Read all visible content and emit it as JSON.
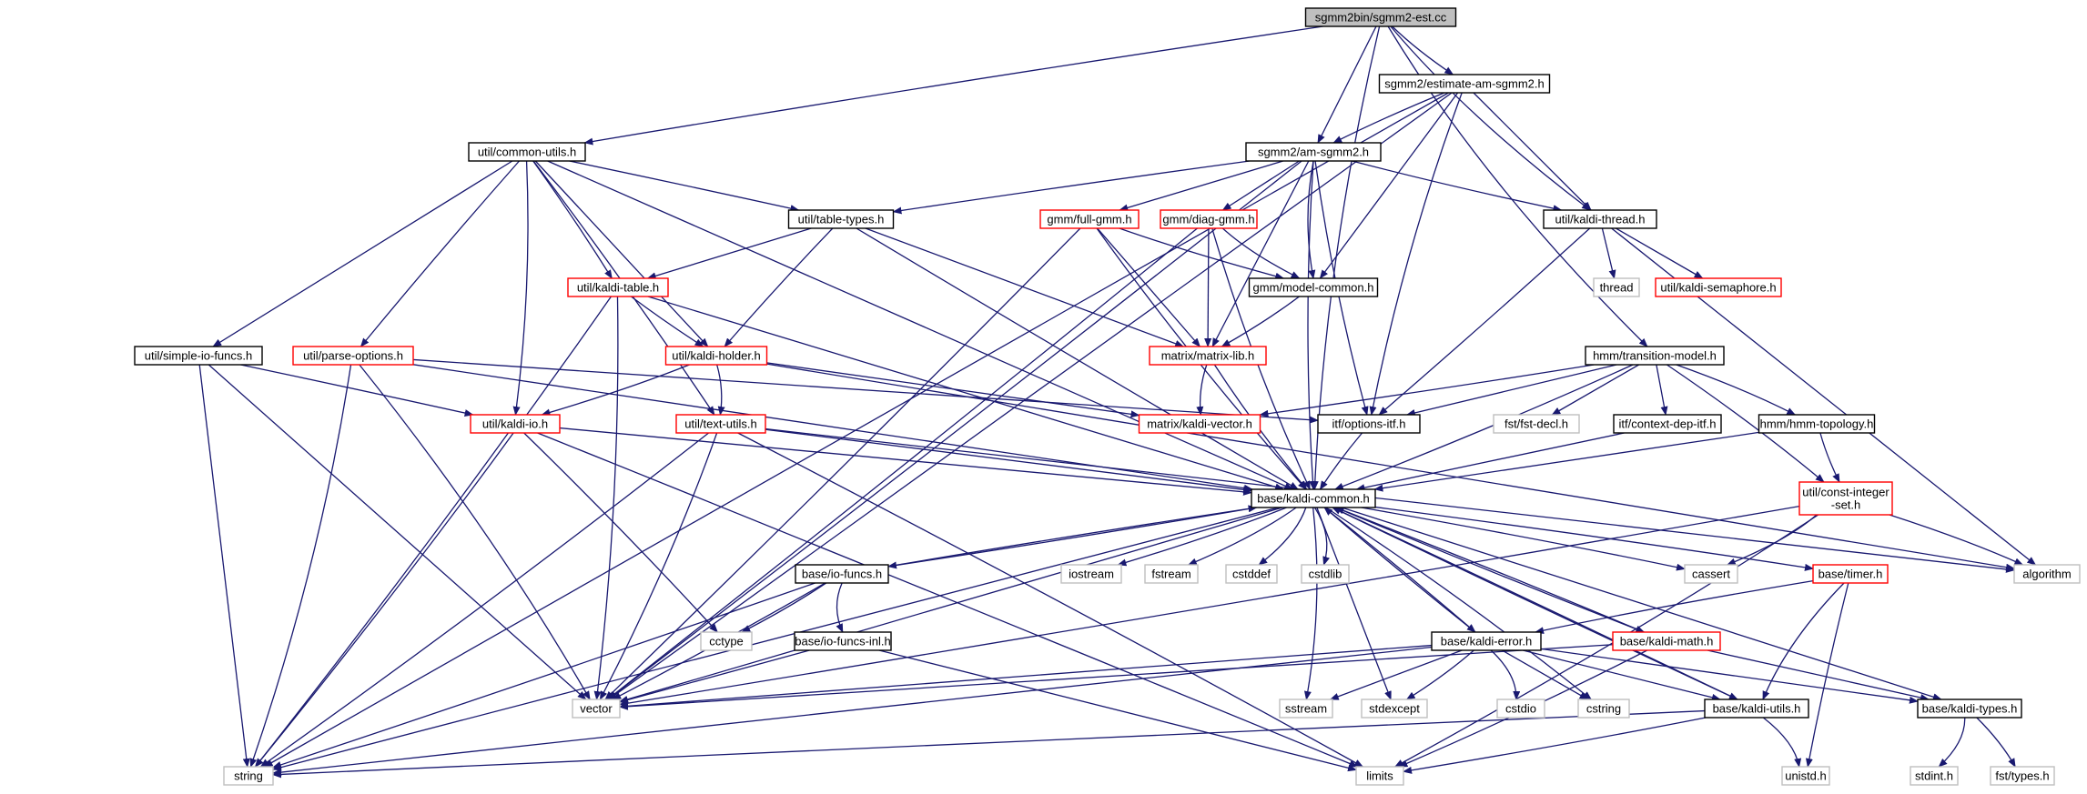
{
  "colors": {
    "edge": "#191970",
    "node_border_normal": "#000000",
    "node_border_truncated": "#ff0000",
    "node_border_system": "#bfbfbf",
    "root_fill": "#bfbfbf",
    "node_fill": "#ffffff"
  },
  "nodes": [
    {
      "id": "root",
      "label": "sgmm2bin/sgmm2-est.cc",
      "style": "root"
    },
    {
      "id": "est_am",
      "label": "sgmm2/estimate-am-sgmm2.h",
      "style": "normal"
    },
    {
      "id": "common_utils",
      "label": "util/common-utils.h",
      "style": "normal"
    },
    {
      "id": "am_sgmm2",
      "label": "sgmm2/am-sgmm2.h",
      "style": "normal"
    },
    {
      "id": "table_types",
      "label": "util/table-types.h",
      "style": "normal"
    },
    {
      "id": "full_gmm",
      "label": "gmm/full-gmm.h",
      "style": "truncated"
    },
    {
      "id": "diag_gmm",
      "label": "gmm/diag-gmm.h",
      "style": "truncated"
    },
    {
      "id": "kaldi_thread",
      "label": "util/kaldi-thread.h",
      "style": "normal"
    },
    {
      "id": "thread",
      "label": "thread",
      "style": "system"
    },
    {
      "id": "kaldi_semaphore",
      "label": "util/kaldi-semaphore.h",
      "style": "truncated"
    },
    {
      "id": "kaldi_table",
      "label": "util/kaldi-table.h",
      "style": "truncated"
    },
    {
      "id": "model_common",
      "label": "gmm/model-common.h",
      "style": "normal"
    },
    {
      "id": "simple_io",
      "label": "util/simple-io-funcs.h",
      "style": "normal"
    },
    {
      "id": "parse_options",
      "label": "util/parse-options.h",
      "style": "truncated"
    },
    {
      "id": "kaldi_holder",
      "label": "util/kaldi-holder.h",
      "style": "truncated"
    },
    {
      "id": "matrix_lib",
      "label": "matrix/matrix-lib.h",
      "style": "truncated"
    },
    {
      "id": "transition_model",
      "label": "hmm/transition-model.h",
      "style": "normal"
    },
    {
      "id": "kaldi_io",
      "label": "util/kaldi-io.h",
      "style": "truncated"
    },
    {
      "id": "text_utils",
      "label": "util/text-utils.h",
      "style": "truncated"
    },
    {
      "id": "kaldi_vector",
      "label": "matrix/kaldi-vector.h",
      "style": "truncated"
    },
    {
      "id": "options_itf",
      "label": "itf/options-itf.h",
      "style": "normal"
    },
    {
      "id": "fst_decl",
      "label": "fst/fst-decl.h",
      "style": "system"
    },
    {
      "id": "context_dep",
      "label": "itf/context-dep-itf.h",
      "style": "normal"
    },
    {
      "id": "hmm_topology",
      "label": "hmm/hmm-topology.h",
      "style": "normal"
    },
    {
      "id": "const_int_set",
      "label": "util/const-integer\n-set.h",
      "style": "truncated"
    },
    {
      "id": "kaldi_common",
      "label": "base/kaldi-common.h",
      "style": "normal"
    },
    {
      "id": "io_funcs",
      "label": "base/io-funcs.h",
      "style": "normal"
    },
    {
      "id": "iostream",
      "label": "iostream",
      "style": "system"
    },
    {
      "id": "fstream",
      "label": "fstream",
      "style": "system"
    },
    {
      "id": "cstddef",
      "label": "cstddef",
      "style": "system"
    },
    {
      "id": "cstdlib",
      "label": "cstdlib",
      "style": "system"
    },
    {
      "id": "cassert",
      "label": "cassert",
      "style": "system"
    },
    {
      "id": "timer",
      "label": "base/timer.h",
      "style": "truncated"
    },
    {
      "id": "algorithm",
      "label": "algorithm",
      "style": "system"
    },
    {
      "id": "cctype",
      "label": "cctype",
      "style": "system"
    },
    {
      "id": "io_funcs_inl",
      "label": "base/io-funcs-inl.h",
      "style": "normal"
    },
    {
      "id": "kaldi_error",
      "label": "base/kaldi-error.h",
      "style": "normal"
    },
    {
      "id": "kaldi_math",
      "label": "base/kaldi-math.h",
      "style": "truncated"
    },
    {
      "id": "vector",
      "label": "vector",
      "style": "system"
    },
    {
      "id": "sstream",
      "label": "sstream",
      "style": "system"
    },
    {
      "id": "stdexcept",
      "label": "stdexcept",
      "style": "system"
    },
    {
      "id": "cstdio",
      "label": "cstdio",
      "style": "system"
    },
    {
      "id": "cstring",
      "label": "cstring",
      "style": "system"
    },
    {
      "id": "kaldi_utils",
      "label": "base/kaldi-utils.h",
      "style": "normal"
    },
    {
      "id": "kaldi_types",
      "label": "base/kaldi-types.h",
      "style": "normal"
    },
    {
      "id": "string",
      "label": "string",
      "style": "system"
    },
    {
      "id": "limits",
      "label": "limits",
      "style": "system"
    },
    {
      "id": "unistd",
      "label": "unistd.h",
      "style": "system"
    },
    {
      "id": "stdint",
      "label": "stdint.h",
      "style": "system"
    },
    {
      "id": "fst_types",
      "label": "fst/types.h",
      "style": "system"
    }
  ],
  "edges": [
    [
      "root",
      "est_am"
    ],
    [
      "root",
      "common_utils"
    ],
    [
      "root",
      "am_sgmm2"
    ],
    [
      "root",
      "kaldi_thread"
    ],
    [
      "root",
      "transition_model"
    ],
    [
      "root",
      "kaldi_common"
    ],
    [
      "est_am",
      "am_sgmm2"
    ],
    [
      "est_am",
      "model_common"
    ],
    [
      "est_am",
      "options_itf"
    ],
    [
      "est_am",
      "kaldi_thread"
    ],
    [
      "est_am",
      "vector"
    ],
    [
      "est_am",
      "string"
    ],
    [
      "common_utils",
      "simple_io"
    ],
    [
      "common_utils",
      "parse_options"
    ],
    [
      "common_utils",
      "kaldi_table"
    ],
    [
      "common_utils",
      "kaldi_holder"
    ],
    [
      "common_utils",
      "kaldi_io"
    ],
    [
      "common_utils",
      "text_utils"
    ],
    [
      "common_utils",
      "table_types"
    ],
    [
      "common_utils",
      "kaldi_common"
    ],
    [
      "am_sgmm2",
      "full_gmm"
    ],
    [
      "am_sgmm2",
      "diag_gmm"
    ],
    [
      "am_sgmm2",
      "model_common"
    ],
    [
      "am_sgmm2",
      "matrix_lib"
    ],
    [
      "am_sgmm2",
      "table_types"
    ],
    [
      "am_sgmm2",
      "kaldi_thread"
    ],
    [
      "am_sgmm2",
      "options_itf"
    ],
    [
      "am_sgmm2",
      "kaldi_common"
    ],
    [
      "am_sgmm2",
      "vector"
    ],
    [
      "table_types",
      "kaldi_table"
    ],
    [
      "table_types",
      "kaldi_holder"
    ],
    [
      "table_types",
      "matrix_lib"
    ],
    [
      "table_types",
      "kaldi_common"
    ],
    [
      "full_gmm",
      "model_common"
    ],
    [
      "full_gmm",
      "matrix_lib"
    ],
    [
      "full_gmm",
      "kaldi_common"
    ],
    [
      "full_gmm",
      "vector"
    ],
    [
      "diag_gmm",
      "model_common"
    ],
    [
      "diag_gmm",
      "matrix_lib"
    ],
    [
      "diag_gmm",
      "kaldi_common"
    ],
    [
      "diag_gmm",
      "vector"
    ],
    [
      "kaldi_thread",
      "thread"
    ],
    [
      "kaldi_thread",
      "kaldi_semaphore"
    ],
    [
      "kaldi_thread",
      "options_itf"
    ],
    [
      "kaldi_thread",
      "algorithm"
    ],
    [
      "kaldi_table",
      "kaldi_holder"
    ],
    [
      "kaldi_table",
      "kaldi_common"
    ],
    [
      "kaldi_table",
      "vector"
    ],
    [
      "kaldi_table",
      "string"
    ],
    [
      "model_common",
      "matrix_lib"
    ],
    [
      "simple_io",
      "kaldi_io"
    ],
    [
      "simple_io",
      "vector"
    ],
    [
      "simple_io",
      "string"
    ],
    [
      "parse_options",
      "options_itf"
    ],
    [
      "parse_options",
      "kaldi_common"
    ],
    [
      "parse_options",
      "vector"
    ],
    [
      "parse_options",
      "string"
    ],
    [
      "kaldi_holder",
      "kaldi_io"
    ],
    [
      "kaldi_holder",
      "text_utils"
    ],
    [
      "kaldi_holder",
      "kaldi_vector"
    ],
    [
      "kaldi_holder",
      "algorithm"
    ],
    [
      "matrix_lib",
      "kaldi_vector"
    ],
    [
      "matrix_lib",
      "kaldi_common"
    ],
    [
      "transition_model",
      "kaldi_vector"
    ],
    [
      "transition_model",
      "options_itf"
    ],
    [
      "transition_model",
      "fst_decl"
    ],
    [
      "transition_model",
      "context_dep"
    ],
    [
      "transition_model",
      "hmm_topology"
    ],
    [
      "transition_model",
      "const_int_set"
    ],
    [
      "transition_model",
      "kaldi_common"
    ],
    [
      "kaldi_io",
      "kaldi_common"
    ],
    [
      "kaldi_io",
      "cctype"
    ],
    [
      "kaldi_io",
      "limits"
    ],
    [
      "kaldi_io",
      "string"
    ],
    [
      "text_utils",
      "kaldi_common"
    ],
    [
      "text_utils",
      "algorithm"
    ],
    [
      "text_utils",
      "vector"
    ],
    [
      "text_utils",
      "limits"
    ],
    [
      "text_utils",
      "string"
    ],
    [
      "options_itf",
      "kaldi_common"
    ],
    [
      "context_dep",
      "kaldi_common"
    ],
    [
      "hmm_topology",
      "kaldi_common"
    ],
    [
      "hmm_topology",
      "const_int_set"
    ],
    [
      "const_int_set",
      "algorithm"
    ],
    [
      "const_int_set",
      "cassert"
    ],
    [
      "const_int_set",
      "vector"
    ],
    [
      "const_int_set",
      "limits"
    ],
    [
      "kaldi_common",
      "io_funcs"
    ],
    [
      "kaldi_common",
      "iostream"
    ],
    [
      "kaldi_common",
      "fstream"
    ],
    [
      "kaldi_common",
      "cstddef"
    ],
    [
      "kaldi_common",
      "cstdlib"
    ],
    [
      "kaldi_common",
      "cassert"
    ],
    [
      "kaldi_common",
      "timer"
    ],
    [
      "kaldi_common",
      "kaldi_error"
    ],
    [
      "kaldi_common",
      "kaldi_math"
    ],
    [
      "kaldi_common",
      "kaldi_utils"
    ],
    [
      "kaldi_common",
      "kaldi_types"
    ],
    [
      "kaldi_common",
      "sstream"
    ],
    [
      "kaldi_common",
      "stdexcept"
    ],
    [
      "kaldi_common",
      "cstring"
    ],
    [
      "kaldi_common",
      "vector"
    ],
    [
      "kaldi_common",
      "string"
    ],
    [
      "io_funcs",
      "kaldi_common"
    ],
    [
      "io_funcs",
      "cctype"
    ],
    [
      "io_funcs",
      "io_funcs_inl"
    ],
    [
      "io_funcs",
      "vector"
    ],
    [
      "io_funcs",
      "string"
    ],
    [
      "io_funcs_inl",
      "vector"
    ],
    [
      "io_funcs_inl",
      "limits"
    ],
    [
      "timer",
      "kaldi_error"
    ],
    [
      "timer",
      "kaldi_utils"
    ],
    [
      "timer",
      "unistd"
    ],
    [
      "kaldi_error",
      "kaldi_common"
    ],
    [
      "kaldi_error",
      "vector"
    ],
    [
      "kaldi_error",
      "sstream"
    ],
    [
      "kaldi_error",
      "stdexcept"
    ],
    [
      "kaldi_error",
      "cstdio"
    ],
    [
      "kaldi_error",
      "cstring"
    ],
    [
      "kaldi_error",
      "kaldi_utils"
    ],
    [
      "kaldi_error",
      "kaldi_types"
    ],
    [
      "kaldi_error",
      "string"
    ],
    [
      "kaldi_math",
      "kaldi_common"
    ],
    [
      "kaldi_math",
      "kaldi_types"
    ],
    [
      "kaldi_math",
      "vector"
    ],
    [
      "kaldi_math",
      "limits"
    ],
    [
      "kaldi_utils",
      "kaldi_common"
    ],
    [
      "kaldi_utils",
      "limits"
    ],
    [
      "kaldi_utils",
      "unistd"
    ],
    [
      "kaldi_utils",
      "string"
    ],
    [
      "kaldi_types",
      "stdint"
    ],
    [
      "kaldi_types",
      "fst_types"
    ]
  ]
}
